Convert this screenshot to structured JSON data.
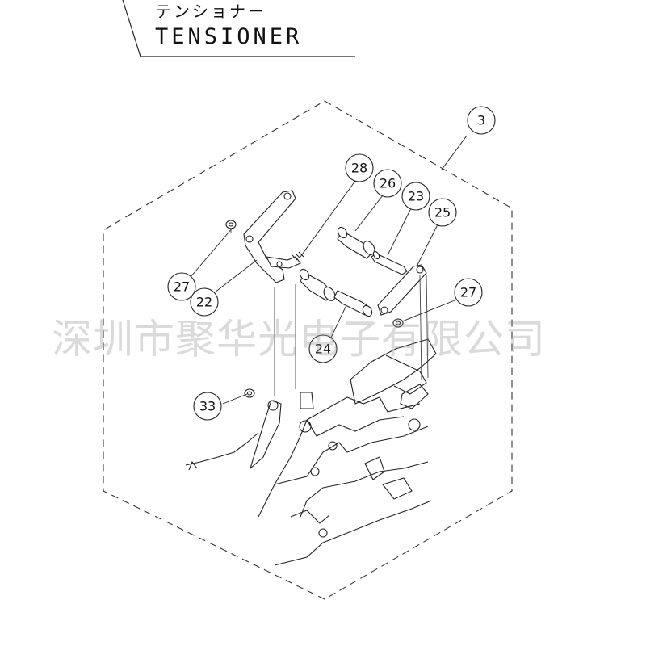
{
  "title": {
    "japanese": "テンショナー",
    "english": "TENSIONER"
  },
  "watermark": "深圳市聚华光电子有限公司",
  "callouts": [
    "3",
    "28",
    "26",
    "23",
    "25",
    "27",
    "22",
    "27",
    "24",
    "33"
  ]
}
